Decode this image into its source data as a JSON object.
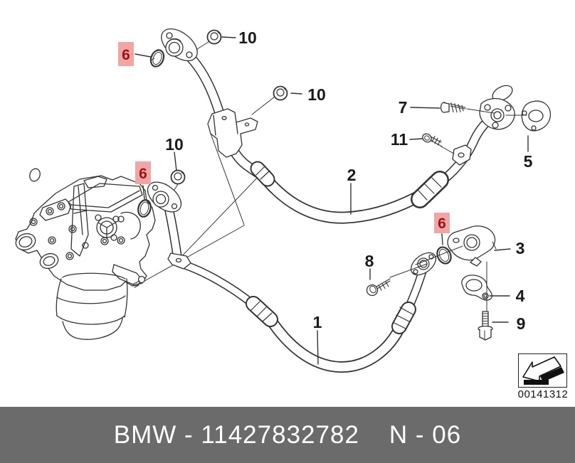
{
  "diagram": {
    "type": "parts-diagram",
    "subject": "engine-oil-pipes-with-filter-housing",
    "line_color": "#333333",
    "highlight_color": "#f2a5a5",
    "highlight_text_color": "#9e1218",
    "callout_text_color": "#1a1a1a",
    "callouts": [
      {
        "label": "6",
        "highlighted": true
      },
      {
        "label": "10",
        "highlighted": false
      },
      {
        "label": "10",
        "highlighted": false
      },
      {
        "label": "10",
        "highlighted": false
      },
      {
        "label": "6",
        "highlighted": true
      },
      {
        "label": "2",
        "highlighted": false
      },
      {
        "label": "7",
        "highlighted": false
      },
      {
        "label": "11",
        "highlighted": false
      },
      {
        "label": "5",
        "highlighted": false
      },
      {
        "label": "6",
        "highlighted": true
      },
      {
        "label": "3",
        "highlighted": false
      },
      {
        "label": "8",
        "highlighted": false
      },
      {
        "label": "4",
        "highlighted": false
      },
      {
        "label": "9",
        "highlighted": false
      },
      {
        "label": "1",
        "highlighted": false
      }
    ]
  },
  "stamp": {
    "number": "00141312",
    "icon": "direction-arrow-icon"
  },
  "footer": {
    "left_text": "BMW - 11427832782",
    "right_text": "N - 06",
    "background": "#6b6b6b",
    "text_color": "#ffffff"
  }
}
